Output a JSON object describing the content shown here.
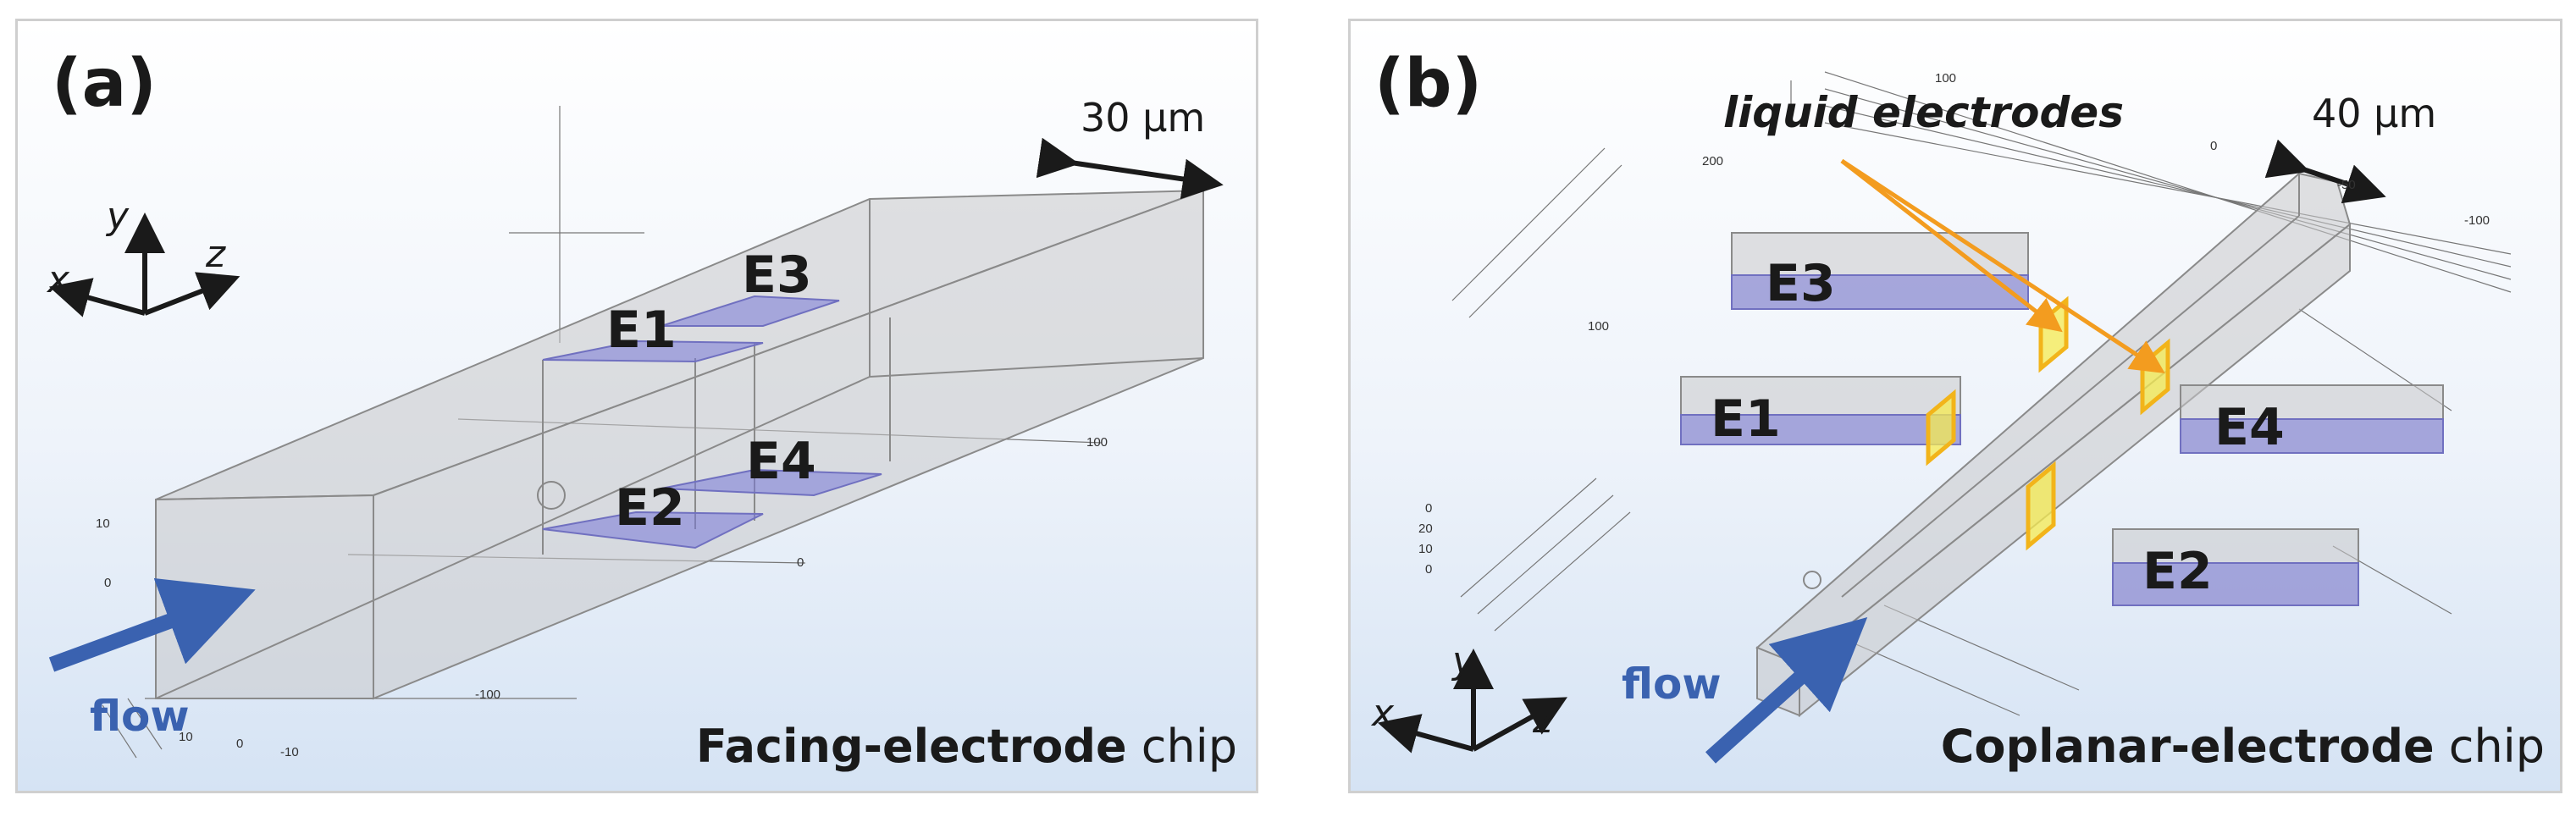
{
  "panel_a": {
    "label": "(a)",
    "dimension": "30 µm",
    "axes": {
      "x": "x",
      "y": "y",
      "z": "z"
    },
    "electrodes": {
      "e1": "E1",
      "e2": "E2",
      "e3": "E3",
      "e4": "E4"
    },
    "flow": "flow",
    "caption_bold": "Facing-electrode",
    "caption_rest": " chip",
    "ticks": {
      "t1": "100",
      "t2": "0",
      "t3": "-100",
      "t4": "10",
      "t5": "0",
      "t6": "10",
      "t7": "0",
      "t8": "-10"
    }
  },
  "panel_b": {
    "label": "(b)",
    "dimension": "40 µm",
    "annotation": "liquid electrodes",
    "axes": {
      "x": "x",
      "y": "y",
      "z": "z"
    },
    "electrodes": {
      "e1": "E1",
      "e2": "E2",
      "e3": "E3",
      "e4": "E4"
    },
    "flow": "flow",
    "caption_bold": "Coplanar-electrode",
    "caption_rest": " chip",
    "ticks": {
      "t1": "100",
      "t2": "0",
      "t3": "-50",
      "t4": "-100",
      "t5": "200",
      "t6": "100",
      "t7": "0",
      "t8": "20",
      "t9": "10",
      "t10": "0"
    }
  },
  "colors": {
    "flow_arrow": "#3a62b0",
    "electrode": "#7878d7",
    "liquid_electrode": "#f5eb50",
    "annotation_arrow": "#f39c1f"
  }
}
